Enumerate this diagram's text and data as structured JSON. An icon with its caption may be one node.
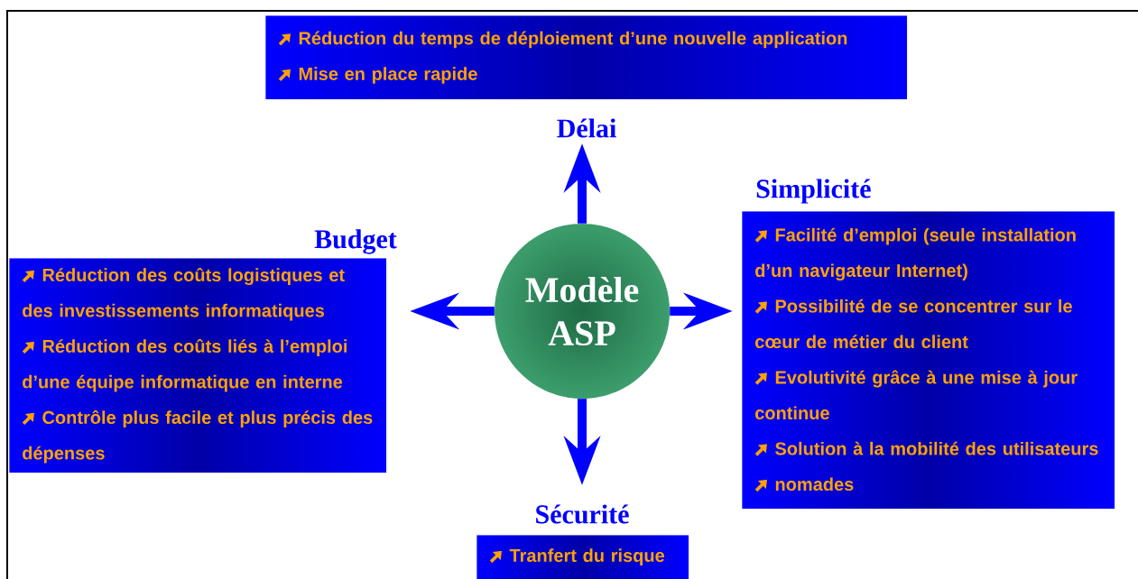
{
  "diagram": {
    "nodes": [
      {
        "text": [
          "Réduction du temps de déploiement d’une nouvelle application",
          "Mise en place rapide",
          "Délai"
        ]
      },
      {
        "text": [
          "Simplicité",
          "Facilité d’emploi (seule installation d’un navigateur Internet)",
          "Possibilité de se concentrer sur le cœur de métier du client",
          "Evolutivité grâce à une mise à jour continue",
          "Solution à la mobilité des utilisateurs",
          "nomades"
        ]
      },
      {
        "text": [
          "Budget",
          "Réduction des coûts logistiques et des investissements informatiques",
          "Réduction des coûts liés à l’emploi d’une équipe informatique en interne",
          "Contrôle plus facile et plus précis des dépenses"
        ]
      },
      {
        "text": [
          "Modèle ASP"
        ]
      },
      {
        "text": [
          "Sécurité",
          "Tranfert du risque"
        ]
      }
    ],
    "edges": [
      {
        "from": 3,
        "to": 0,
        "arrow": "to"
      },
      {
        "from": 3,
        "to": 1,
        "arrow": "to"
      },
      {
        "from": 3,
        "to": 2,
        "arrow": "to"
      },
      {
        "from": 3,
        "to": 4,
        "arrow": "to"
      }
    ]
  }
}
